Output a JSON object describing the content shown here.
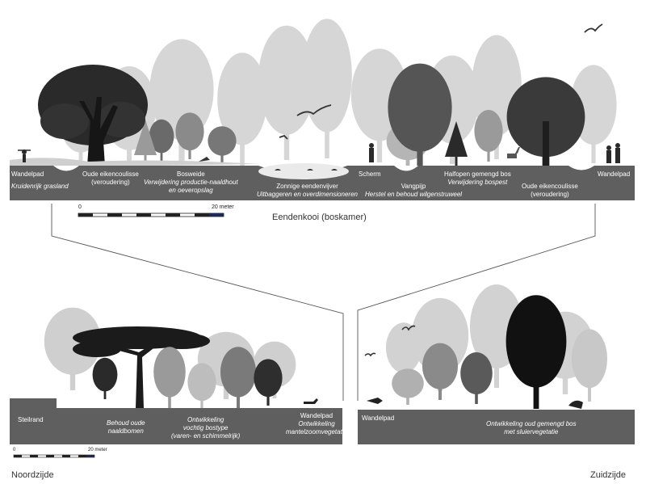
{
  "top_section": {
    "title": "Eendenkooi (boskamer)",
    "labels": [
      {
        "main": "Wandelpad",
        "sub": "Kruidenrijk grasland"
      },
      {
        "main": "Oude eikencoulisse",
        "sub": "(veroudering)"
      },
      {
        "main": "Bosweide",
        "sub1": "Verwijdering productie-naaldhout",
        "sub2": "en oeveropslag"
      },
      {
        "main": "Zonnige eendenvijver",
        "sub": "Uitbaggeren en overdimensioneren"
      },
      {
        "main": "Scherm"
      },
      {
        "main": "Vangpijp",
        "sub": "Herstel en behoud wilgenstruweel"
      },
      {
        "main": "Halfopen gemengd bos",
        "sub": "Verwijdering bospest"
      },
      {
        "main": "Oude eikencoulisse",
        "sub": "(veroudering)"
      },
      {
        "main": "Wandelpad"
      }
    ],
    "scale": {
      "start": "0",
      "end": "20 meter"
    }
  },
  "left_section": {
    "labels": [
      {
        "main": "Steilrand"
      },
      {
        "sub1": "Behoud oude",
        "sub2": "naaldbomen"
      },
      {
        "sub1": "Ontwikkeling",
        "sub2": "vochtig bostype",
        "sub3": "(varen- en schimmelrijk)"
      },
      {
        "main": "Wandelpad",
        "sub1": "Ontwikkeling",
        "sub2": "mantelzoomvegetatie"
      }
    ],
    "scale": {
      "start": "0",
      "end": "20 meter"
    },
    "side": "Noordzijde"
  },
  "right_section": {
    "labels": [
      {
        "main": "Wandelpad"
      },
      {
        "sub1": "Ontwikkeling oud gemengd bos",
        "sub2": "met sluiervegetatie"
      }
    ],
    "side": "Zuidzijde"
  },
  "colors": {
    "ground": "#5f5f5f",
    "dark_tree": "#1e1e1e",
    "mid_tree": "#7a7a7a",
    "light_tree": "#d2d2d2"
  }
}
